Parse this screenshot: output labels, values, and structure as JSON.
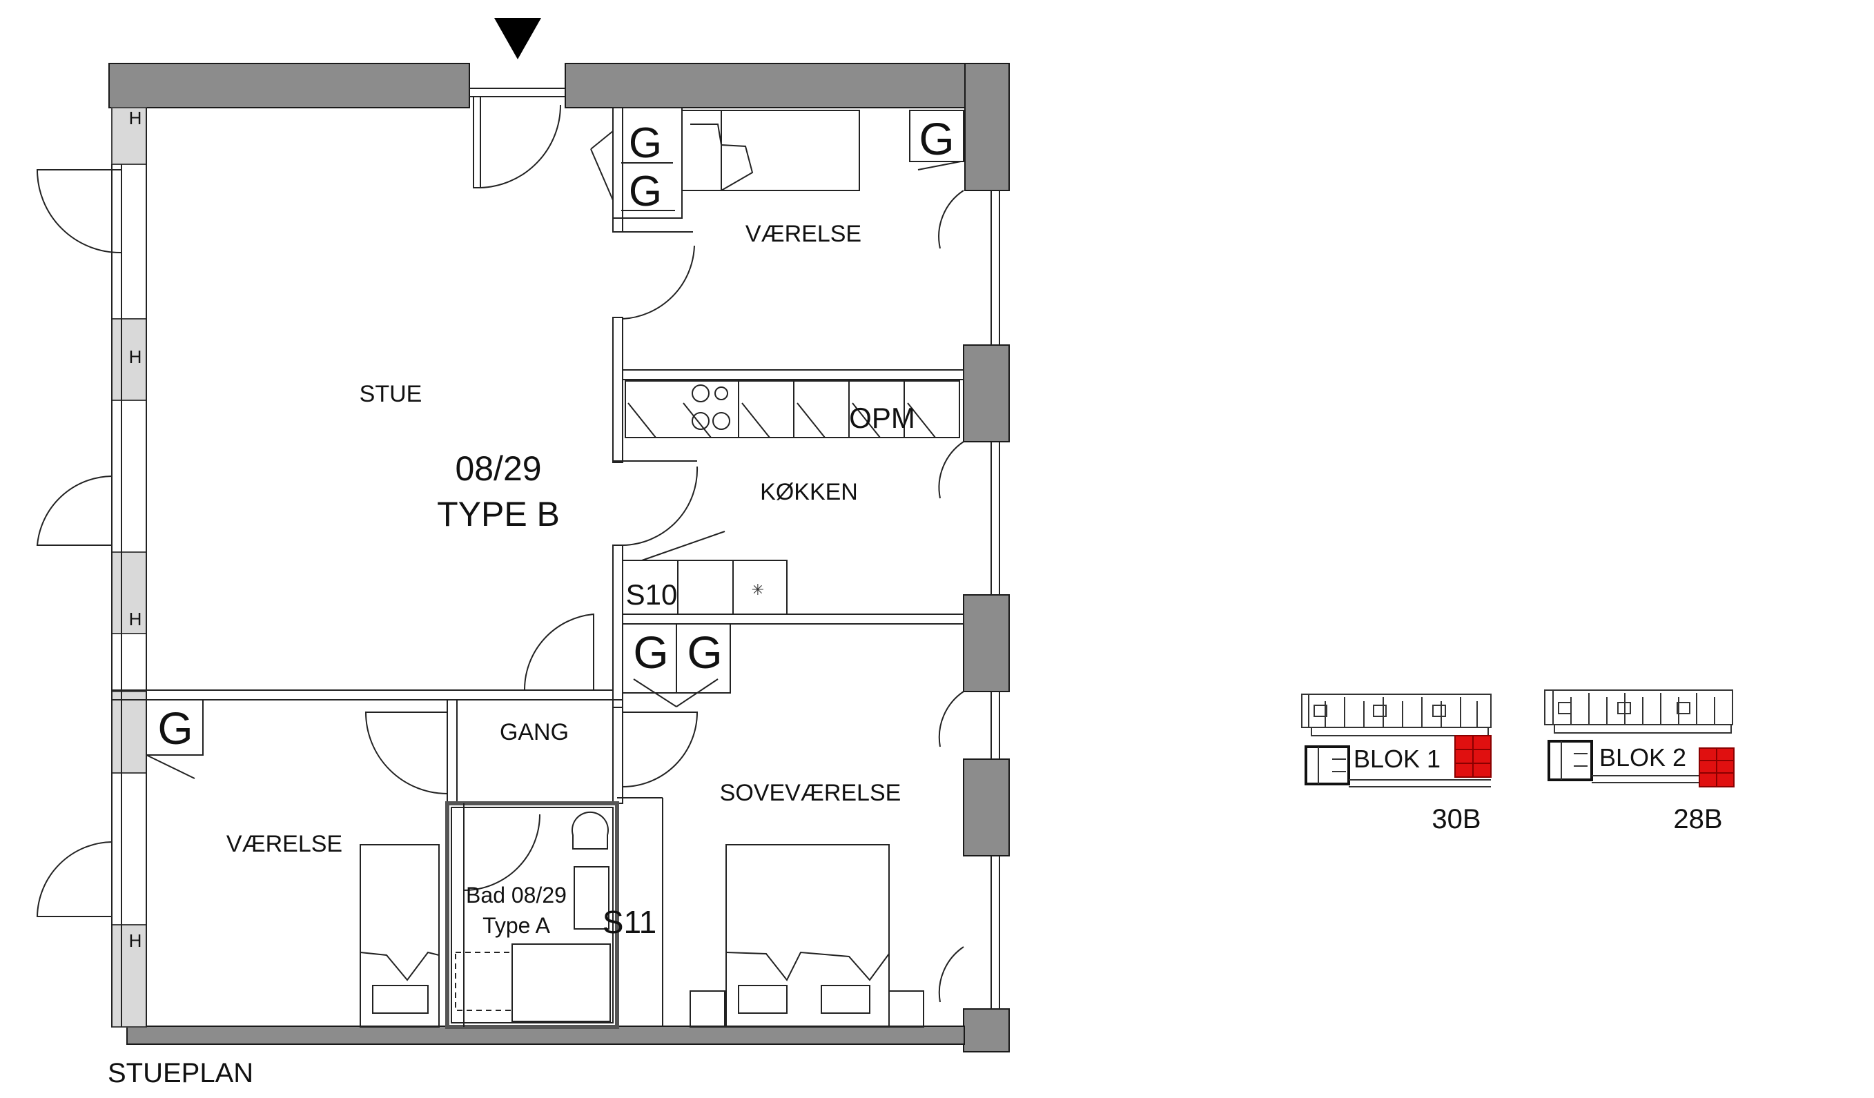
{
  "plan": {
    "unit": "08/29",
    "type": "TYPE B",
    "floor": "STUEPLAN"
  },
  "rooms": {
    "stue": "STUE",
    "vaerelse_top": "VÆRELSE",
    "kokken": "KØKKEN",
    "gang": "GANG",
    "sovevaerelse": "SOVEVÆRELSE",
    "vaerelse_bottom": "VÆRELSE",
    "bad_line1": "Bad 08/29",
    "bad_line2": "Type A"
  },
  "markers": {
    "g": "G",
    "h": "H",
    "opm": "OPM",
    "s10": "S10",
    "s11": "S11"
  },
  "keymap": {
    "blocks": [
      {
        "label": "BLOK 1",
        "address": "30B"
      },
      {
        "label": "BLOK 2",
        "address": "28B"
      }
    ]
  },
  "colors": {
    "wall": "#8c8c8c",
    "wall_stroke": "#1a1a1a",
    "line": "#222222",
    "pillar": "#d9d9d9",
    "highlight": "#e01010"
  }
}
